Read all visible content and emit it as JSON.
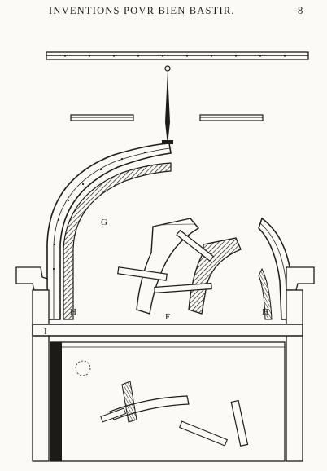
{
  "header": {
    "running_title": "INVENTIONS POVR BIEN BASTIR.",
    "page_number": "8"
  },
  "figure_labels": {
    "G": "G",
    "F": "F",
    "H_left": "H",
    "H_right": "H",
    "I": "I"
  },
  "colors": {
    "ink": "#1d1b18",
    "paper": "#fbfaf6"
  }
}
